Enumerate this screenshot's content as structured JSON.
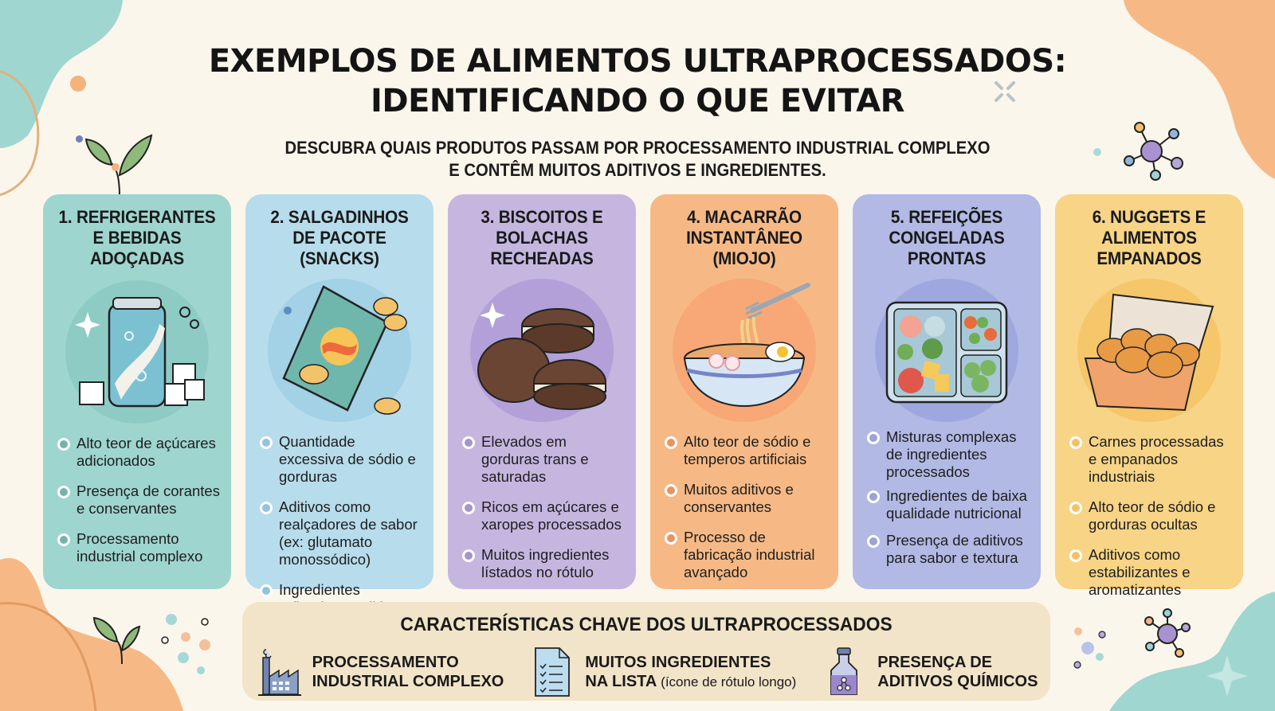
{
  "header": {
    "title_line1": "EXEMPLOS DE ALIMENTOS ULTRAPROCESSADOS:",
    "title_line2": "IDENTIFICANDO O QUE EVITAR",
    "subtitle_line1": "DESCUBRA QUAIS PRODUTOS PASSAM POR PROCESSAMENTO INDUSTRIAL COMPLEXO",
    "subtitle_line2": "E CONTÊM MUITOS ADITIVOS E INGREDIENTES."
  },
  "colors": {
    "background": "#fbf6ec",
    "teal": "#9ed5cf",
    "sky": "#b7dcec",
    "lavender": "#c5b6e0",
    "orange": "#f6b985",
    "periwinkle": "#b1b9e4",
    "yellow": "#f7d486",
    "bottom_panel": "#f2e4c8"
  },
  "cards": [
    {
      "title": "1. REFRIGERANTES E BEBIDAS ADOÇADAS",
      "icon": "soda-can-icon",
      "bullets": [
        "Alto teor de açúcares adicionados",
        "Presença de corantes e conservantes",
        "Processamento industrial complexo"
      ]
    },
    {
      "title": "2. SALGADINHOS DE PACOTE (SNACKS)",
      "icon": "chips-bag-icon",
      "bullets": [
        "Quantidade excessiva de sódio e gorduras",
        "Aditivos como realçadores de sabor (ex: glutamato monossódico)",
        "Ingredientes refinados e aditivos químicos"
      ]
    },
    {
      "title": "3. BISCOITOS E BOLACHAS RECHEADAS",
      "icon": "sandwich-cookies-icon",
      "bullets": [
        "Elevados em gorduras trans e saturadas",
        "Ricos em açúcares e xaropes processados",
        "Muitos ingredientes lístados no rótulo"
      ]
    },
    {
      "title": "4. MACARRÃO INSTANTÂNEO (MIOJO)",
      "icon": "noodle-bowl-icon",
      "bullets": [
        "Alto teor de sódio e temperos artificiais",
        "Muitos aditivos e conservantes",
        "Processo de fabricação industrial avançado"
      ]
    },
    {
      "title": "5. REFEIÇÕES CONGELADAS PRONTAS",
      "icon": "frozen-meal-tray-icon",
      "bullets": [
        "Misturas complexas de ingredientes processados",
        "Ingredientes de baixa qualidade nutricional",
        "Presença de aditivos para sabor e textura"
      ]
    },
    {
      "title": "6. NUGGETS E ALIMENTOS EMPANADOS",
      "icon": "nuggets-box-icon",
      "bullets": [
        "Carnes processadas e empanados industriais",
        "Alto teor de sódio e gorduras ocultas",
        "Aditivos como estabilizantes e aromatizantes"
      ]
    }
  ],
  "bottom": {
    "title": "CARACTERÍSTICAS CHAVE DOS ULTRAPROCESSADOS",
    "features": [
      {
        "icon": "factory-icon",
        "line1": "PROCESSAMENTO",
        "line2": "INDUSTRIAL COMPLEXO",
        "note": ""
      },
      {
        "icon": "ingredient-list-icon",
        "line1": "MUITOS INGREDIENTES",
        "line2": "NA LISTA",
        "note": "(ícone de rótulo longo)"
      },
      {
        "icon": "chemical-bottle-icon",
        "line1": "PRESENÇA DE",
        "line2": "ADITIVOS QUÍMICOS",
        "note": ""
      }
    ]
  }
}
